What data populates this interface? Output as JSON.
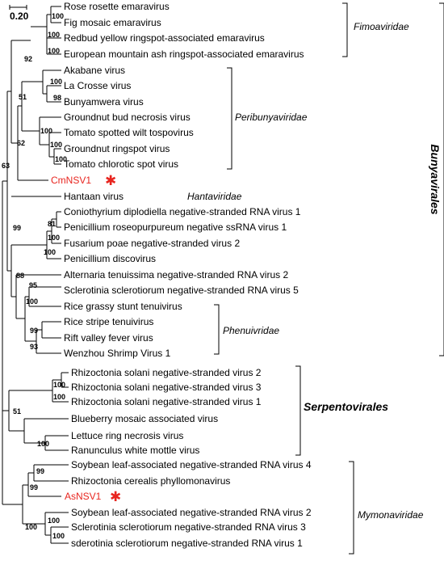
{
  "scale_bar": {
    "label": "0.20"
  },
  "taxa": [
    "Rose rosette emaravirus",
    "Fig mosaic emaravirus",
    "Redbud yellow ringspot-associated emaravirus",
    "European mountain ash ringspot-associated emaravirus",
    "Akabane virus",
    "La Crosse virus",
    "Bunyamwera virus",
    "Groundnut bud necrosis virus",
    "Tomato spotted wilt tospovirus",
    "Groundnut ringspot virus",
    "Tomato chlorotic spot virus",
    "CmNSV1",
    "Hantaan virus",
    "Coniothyrium diplodiella negative-stranded RNA virus 1",
    "Penicillium roseopurpureum negative ssRNA virus 1",
    "Fusarium poae negative-stranded virus 2",
    "Penicillium discovirus",
    "Alternaria tenuissima negative-stranded RNA virus 2",
    "Sclerotinia sclerotiorum negative-stranded RNA virus 5",
    "Rice grassy stunt tenuivirus",
    "Rice stripe tenuivirus",
    "Rift valley fever virus",
    "Wenzhou Shrimp Virus 1",
    "Rhizoctonia solani negative-stranded virus 2",
    "Rhizoctonia solani negative-stranded virus 3",
    "Rhizoctonia solani negative-stranded virus 1",
    "Blueberry mosaic associated virus",
    "Lettuce ring necrosis virus",
    "Ranunculus white mottle virus",
    "Soybean leaf-associated negative-stranded RNA virus 4",
    "Rhizoctonia cerealis phyllomonavirus",
    "AsNSV1",
    "Soybean leaf-associated negative-stranded RNA virus 2",
    "Sclerotinia sclerotiorum negative-stranded RNA virus 3",
    "sderotinia sclerotiorum negative-stranded RNA virus 1"
  ],
  "highlighted": [
    "CmNSV1",
    "AsNSV1"
  ],
  "bootstrap": [
    "100",
    "100",
    "100",
    "92",
    "100",
    "98",
    "51",
    "100",
    "100",
    "100",
    "62",
    "63",
    "99",
    "81",
    "100",
    "100",
    "88",
    "95",
    "100",
    "99",
    "93",
    "100",
    "100",
    "51",
    "100",
    "99",
    "99",
    "100",
    "100",
    "100"
  ],
  "families": {
    "fimoaviridae": "Fimoaviridae",
    "peribunyaviridae": "Peribunyaviridae",
    "hantaviridae": "Hantaviridae",
    "phenuiviridae": "Phenuivridae",
    "mymonaviridae": "Mymonaviridae"
  },
  "orders": {
    "bunyavirales": "Bunyavirales",
    "serpentovirales": "Serpentovirales"
  },
  "colors": {
    "highlight": "#e8251f",
    "line": "#000000"
  }
}
